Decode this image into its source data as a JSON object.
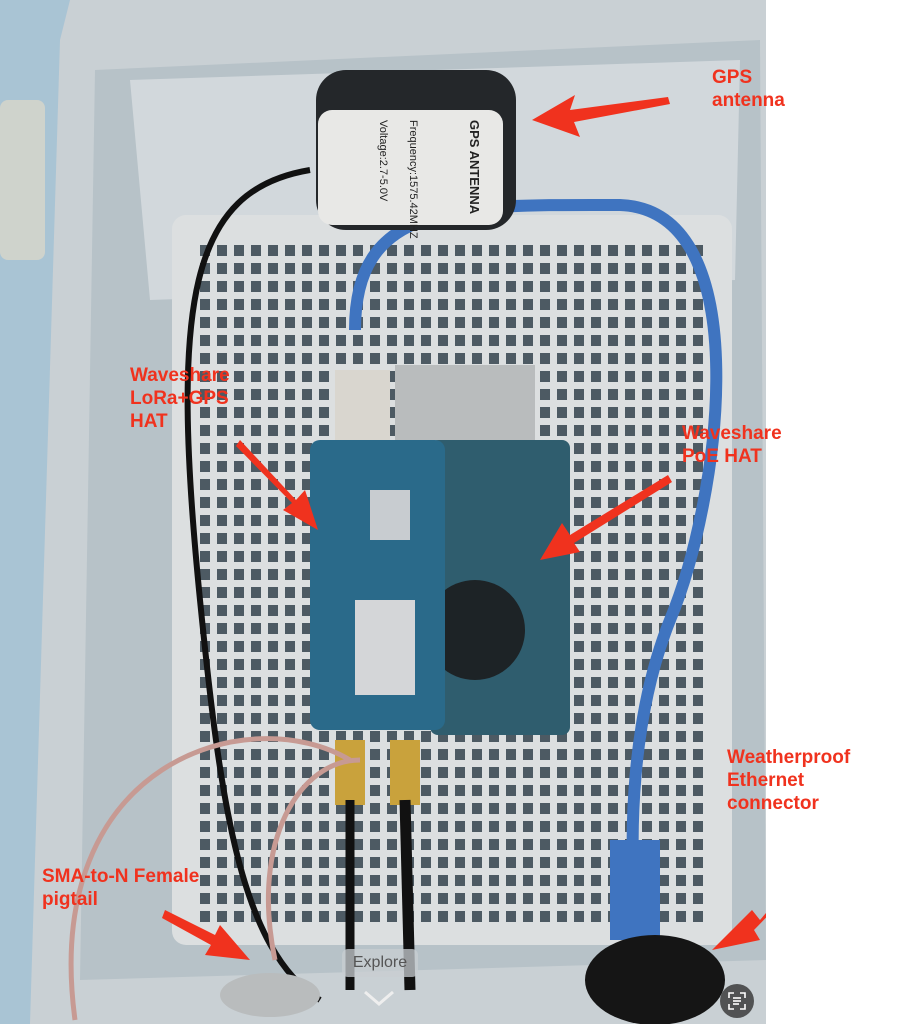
{
  "annotations": {
    "gps_antenna": "GPS\nantenna",
    "lora_hat": "Waveshare\nLoRa+GPS\nHAT",
    "poe_hat": "Waveshare\nPoE HAT",
    "ethernet": "Weatherproof\nEthernet\nconnector",
    "pigtail": "SMA-to-N Female\npigtail"
  },
  "antenna_label": {
    "title": "GPS ANTENNA",
    "frequency": "Frequency:1575.42MHZ",
    "voltage": "Voltage:2.7-5.0V"
  },
  "viewer": {
    "explore_label": "Explore",
    "chevron_icon": "chevron-down-icon",
    "lookup_icon": "visual-lookup-icon"
  },
  "colors": {
    "annotation": "#f0321e",
    "cable": "#3f74c0"
  }
}
